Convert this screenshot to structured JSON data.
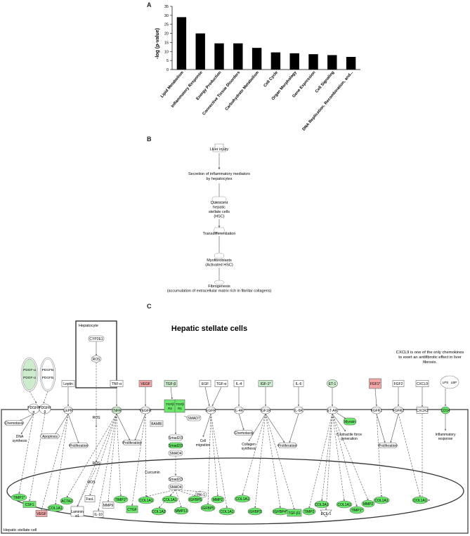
{
  "panel_letters": {
    "a": "A",
    "b": "B",
    "c": "C"
  },
  "chart_data": {
    "type": "bar",
    "ylabel": "-log (p-value)",
    "categories": [
      "Lipid Metabolism",
      "Inflammatory Response",
      "Energy Production",
      "Connective Tissue Disorders",
      "Carbohydrate Metabolism",
      "Cell Cycle",
      "Organ Morphology",
      "Gene Expression",
      "Cell Signaling",
      "DNA Replication, Recombination, and..."
    ],
    "values": [
      29,
      20,
      14.5,
      14.5,
      12,
      9.5,
      9,
      8.5,
      8,
      7
    ],
    "ylim": [
      0,
      35
    ],
    "yticks": [
      "0",
      "5",
      "10",
      "15",
      "20",
      "25",
      "30",
      "35"
    ],
    "grid": false,
    "colors": {
      "bar": "#000000"
    }
  },
  "flowchart": {
    "nodes": [
      "Liver injury",
      "Secretion of inflammatory mediators\nby hepatocytes",
      "Quiescent\nhepatic\nstellate cells\n(HSC)",
      "Transdifferentiation",
      "Myofibroblasts\n(Activated HSC)",
      "Fibrogenesis\n(accumulation of extracellular matrix rich in fibrillar collagens)"
    ]
  },
  "pathway": {
    "title": "Hepatic stellate cells",
    "cell_label": "Hepatic stellate cell",
    "hepatocyte_label": "Hepatocyte",
    "cxcl9_note": "CXCL9 is one of the only chemokines\nto exert an antifibrotic effect in liver\nfibrosis.",
    "colors": {
      "green": "#6be86b",
      "pale_green": "#cdeccd",
      "red": "#f3a6a6",
      "line": "#555555"
    },
    "labels": {
      "cyp2e1": "CYP2E1",
      "ros_a": "ROS",
      "ros_b": "ROS",
      "ros_c": "ROS",
      "pdgfa_1": "PDGF-α",
      "pdgfa_2": "PDGF-α",
      "pdgfb_1": "PDGFB",
      "pdgfb_2": "PDGFB",
      "pdgfr_a": "PDGFR",
      "pdgfr_b": "PDGFR",
      "pdgfr_al": "α",
      "pdgfr_bl": "β",
      "leptin": "Leptin",
      "tnfa": "TNF-α",
      "vegf": "VEGF",
      "tgfb": "TGF-β",
      "egf": "EGF",
      "tgfa": "TGF-α",
      "il4": "IL-4",
      "igf1": "IGF-1*",
      "il6": "IL-6",
      "et1": "ET-1",
      "fgf1": "FGF1*",
      "fgf2": "FGF2",
      "cxcl9": "CXCL9",
      "lps": "LPS",
      "lbp": "LBP",
      "lepr": "LEPR",
      "tnfr": "TNFR",
      "vegfr": "VEGFR",
      "tgfbr": "TGFβ",
      "tgfbr2": "TGFβ",
      "r2": "R2",
      "r1": "R1",
      "bambi": "BAMBI",
      "smad7": "SMAD7",
      "egfr": "EGFR",
      "il4r": "IL-4R",
      "igf1r": "IGF1R",
      "il6r": "IL-6R",
      "etar": "ET-AR",
      "myosin": "Myosin",
      "fgfr1": "FGFR1",
      "fgfr2": "FGFR2",
      "cxcr3": "CXCR3",
      "cd14": "CD14",
      "chemotaxis1": "Chemotaxis",
      "dna": "DNA\nsynthesis",
      "apoptosis": "Apoptosis",
      "prolif1": "Proliferation",
      "prolif2": "Proliferation",
      "prolif3": "Proliferation",
      "prolif4": "Proliferation",
      "curcumin": "Curcumin",
      "smad23a": "Smad2/3",
      "smad23b": "Smad2/3",
      "smad4a": "SMAD4",
      "smad23c": "Smad2/3",
      "smad4b": "SMAD4",
      "cell_mig": "Cell\nmigration",
      "coll_syn": "Collagen\nsynthesis",
      "chemotaxis2": "Chemotaxis",
      "contractile": "Contractile force\ngeneration",
      "inflam": "Inflammatory\nresponse",
      "pai1": "PAI-1",
      "timp1a": "TIMP1*",
      "csf1": "CSF1",
      "vegf2": "VEGF",
      "col1a1a": "COL1A1",
      "acta2": "ACTA2",
      "lama1": "Laminin\nα1",
      "fasl": "FasL",
      "mmp9": "MMP9",
      "il10": "IL-10",
      "timp1b": "TIMP1*",
      "ctgf": "CTGF",
      "col1a1b": "COL1A1",
      "col1a2": "COL1A2",
      "col1a1c": "COL1A1",
      "mmp13": "MMP13",
      "igfbp5a": "IGFBP5",
      "igfbp5b": "IGFBP5",
      "mmp2": "MMP2",
      "col1a1d": "COL1A1",
      "col1a1e": "COL1A1",
      "igfbp3": "IGFBP3",
      "igfbp4": "IGFBP4*",
      "tgfb1": "TGF-β1",
      "timp2a": "TIMP2",
      "col3a1": "COL3A1",
      "ece1": "ECE-1",
      "col1a1f": "COL1A1",
      "timp1c": "TIMP1*",
      "mmp2b": "MMP2",
      "col1a1g": "COL1A1",
      "col1a1h": "COL1A1"
    }
  }
}
